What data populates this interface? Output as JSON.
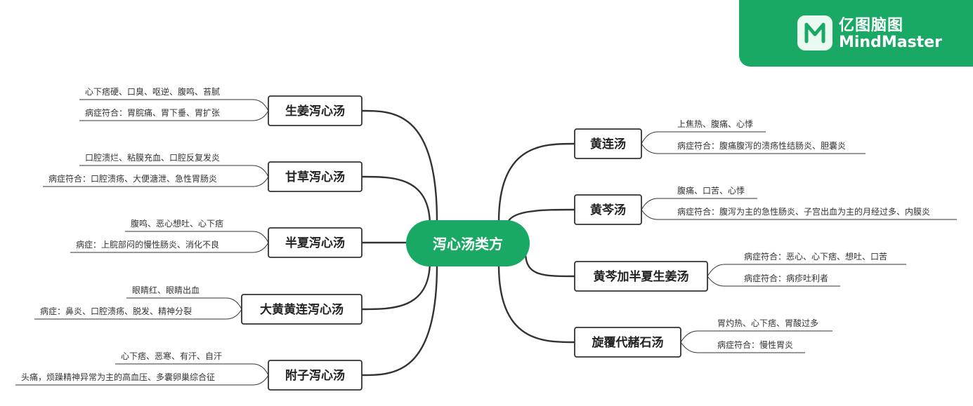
{
  "root": {
    "label": "泻心汤类方"
  },
  "brand": {
    "name_cn": "亿图脑图",
    "name_en": "MindMaster",
    "color": "#1aa965",
    "icon": "mindmaster-logo"
  },
  "colors": {
    "root_fill": "#1aa965",
    "line": "#333333",
    "node_border": "#333333"
  },
  "left_branches": [
    {
      "label": "生姜泻心汤",
      "leaves": [
        "心下痞硬、口臭、呕逆、腹鸣、苔腻",
        "病症符合：胃脘痛、胃下垂、胃扩张"
      ]
    },
    {
      "label": "甘草泻心汤",
      "leaves": [
        "口腔溃烂、粘膜充血、口腔反复发炎",
        "病症符合：口腔溃疡、大便溏泄、急性胃肠炎"
      ]
    },
    {
      "label": "半夏泻心汤",
      "leaves": [
        "腹鸣、恶心想吐、心下痞",
        "病症：上脘部闷的慢性肠炎、消化不良"
      ]
    },
    {
      "label": "大黄黄连泻心汤",
      "leaves": [
        "眼睛红、眼睛出血",
        "病症：鼻炎、口腔溃疡、脱发、精神分裂"
      ]
    },
    {
      "label": "附子泻心汤",
      "leaves": [
        "心下痞、恶寒、有汗、自汗",
        "头痛，烦躁精神异常为主的高血压、多囊卵巢综合征"
      ]
    }
  ],
  "right_branches": [
    {
      "label": "黄连汤",
      "leaves": [
        "上焦热、腹痛、心悸",
        "病症符合：腹痛腹泻的溃疡性结肠炎、胆囊炎"
      ]
    },
    {
      "label": "黄芩汤",
      "leaves": [
        "腹痛、口苦、心悸",
        "病症符合：腹泻为主的急性肠炎、子宫出血为主的月经过多、内膜炎"
      ]
    },
    {
      "label": "黄芩加半夏生姜汤",
      "leaves": [
        "病症符合：恶心、心下痞、想吐、口苦",
        "病症符合：病疹吐利者"
      ]
    },
    {
      "label": "旋覆代赭石汤",
      "leaves": [
        "胃灼热、心下痞、胃酸过多",
        "病症符合：慢性胃炎"
      ]
    }
  ]
}
